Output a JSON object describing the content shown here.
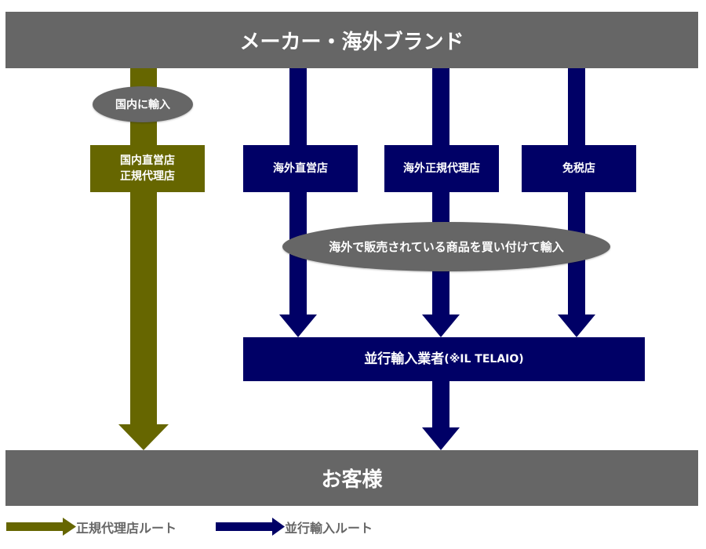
{
  "diagram": {
    "top_node": "メーカー・海外ブランド",
    "bottom_node": "お客様",
    "official_route": {
      "import_label": "国内に輸入",
      "store_lines": [
        "国内直営店",
        "正規代理店"
      ]
    },
    "parallel_route": {
      "sources": [
        "海外直営店",
        "海外正規代理店",
        "免税店"
      ],
      "purchase_label": "海外で販売されている商品を買い付けて輸入",
      "importer_main": "並行輸入業者",
      "importer_note": "(※IL TELAIO)"
    },
    "legend": [
      {
        "label": "正規代理店ルート",
        "color": "#666600"
      },
      {
        "label": "並行輸入ルート",
        "color": "#000066"
      }
    ],
    "colors": {
      "official": "#666600",
      "parallel": "#000066",
      "node_gray": "#666666"
    }
  }
}
